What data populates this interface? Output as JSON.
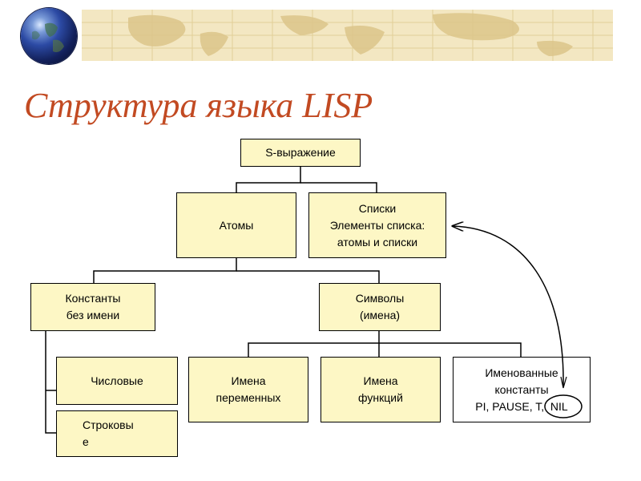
{
  "title": "Структура языка LISP",
  "nodes": {
    "sexpr": "S-выражение",
    "atoms": "Атомы",
    "lists": [
      "Списки",
      "Элементы списка:",
      "атомы и списки"
    ],
    "constants": [
      "Константы",
      "без имени"
    ],
    "symbols": [
      "Символы",
      "(имена)"
    ],
    "numeric": "Числовые",
    "strings": [
      "Строковы",
      "е"
    ],
    "var_names": [
      "Имена",
      "переменных"
    ],
    "func_names": [
      "Имена",
      "функций"
    ],
    "named_constants": [
      "Именованные",
      "константы",
      "PI, PAUSE, T,  NIL"
    ]
  },
  "colors": {
    "title": "#c24a22",
    "box_fill": "#fdf7c5",
    "banner": "#f3e7c2"
  }
}
